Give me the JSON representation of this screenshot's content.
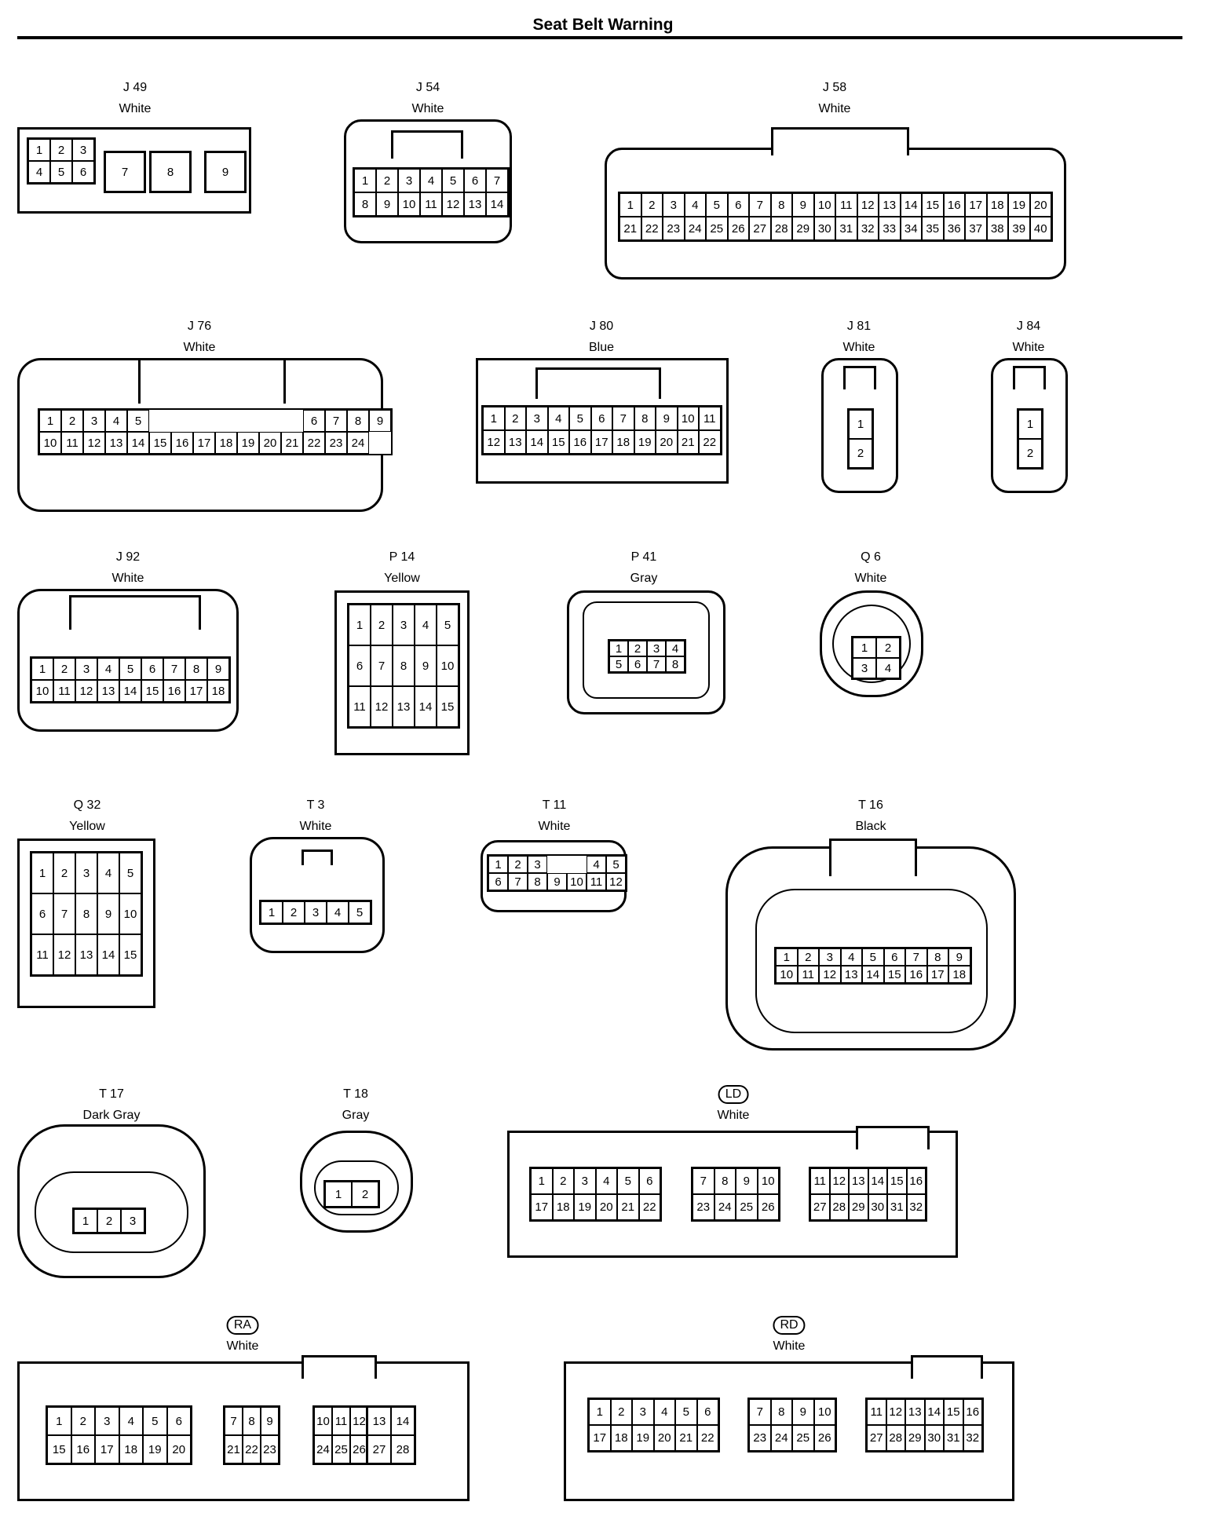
{
  "title": "Seat Belt Warning",
  "connectors": [
    {
      "id": "J 49",
      "color": "White",
      "groups": [
        [
          [
            1,
            2,
            3
          ],
          [
            4,
            5,
            6
          ]
        ],
        [
          [
            7
          ]
        ],
        [
          [
            8
          ]
        ],
        [
          [
            9
          ]
        ]
      ]
    },
    {
      "id": "J 54",
      "color": "White",
      "groups": [
        [
          [
            1,
            2,
            3,
            4,
            5,
            6,
            7
          ],
          [
            8,
            9,
            10,
            11,
            12,
            13,
            14
          ]
        ]
      ]
    },
    {
      "id": "J 58",
      "color": "White",
      "groups": [
        [
          [
            1,
            2,
            3,
            4,
            5,
            6,
            7,
            8,
            9,
            10,
            11,
            12,
            13,
            14,
            15,
            16,
            17,
            18,
            19,
            20
          ],
          [
            21,
            22,
            23,
            24,
            25,
            26,
            27,
            28,
            29,
            30,
            31,
            32,
            33,
            34,
            35,
            36,
            37,
            38,
            39,
            40
          ]
        ]
      ]
    },
    {
      "id": "J 76",
      "color": "White",
      "groups": [
        [
          [
            1,
            2,
            3,
            4,
            5,
            null,
            null,
            null,
            null,
            null,
            null,
            null,
            6,
            7,
            8,
            9
          ],
          [
            10,
            11,
            12,
            13,
            14,
            15,
            16,
            17,
            18,
            19,
            20,
            21,
            22,
            23,
            24
          ]
        ]
      ]
    },
    {
      "id": "J 80",
      "color": "Blue",
      "groups": [
        [
          [
            1,
            2,
            3,
            4,
            5,
            6,
            7,
            8,
            9,
            10,
            11
          ],
          [
            12,
            13,
            14,
            15,
            16,
            17,
            18,
            19,
            20,
            21,
            22
          ]
        ]
      ]
    },
    {
      "id": "J 81",
      "color": "White",
      "groups": [
        [
          [
            1
          ],
          [
            2
          ]
        ]
      ]
    },
    {
      "id": "J 84",
      "color": "White",
      "groups": [
        [
          [
            1
          ],
          [
            2
          ]
        ]
      ]
    },
    {
      "id": "J 92",
      "color": "White",
      "groups": [
        [
          [
            1,
            2,
            3,
            4,
            5,
            6,
            7,
            8,
            9
          ],
          [
            10,
            11,
            12,
            13,
            14,
            15,
            16,
            17,
            18
          ]
        ]
      ]
    },
    {
      "id": "P 14",
      "color": "Yellow",
      "groups": [
        [
          [
            1,
            2,
            3,
            4,
            5
          ],
          [
            6,
            7,
            8,
            9,
            10
          ],
          [
            11,
            12,
            13,
            14,
            15
          ]
        ]
      ]
    },
    {
      "id": "P 41",
      "color": "Gray",
      "groups": [
        [
          [
            1,
            2,
            3,
            4
          ],
          [
            5,
            6,
            7,
            8
          ]
        ]
      ]
    },
    {
      "id": "Q 6",
      "color": "White",
      "groups": [
        [
          [
            1,
            2
          ],
          [
            3,
            4
          ]
        ]
      ]
    },
    {
      "id": "Q 32",
      "color": "Yellow",
      "groups": [
        [
          [
            1,
            2,
            3,
            4,
            5
          ],
          [
            6,
            7,
            8,
            9,
            10
          ],
          [
            11,
            12,
            13,
            14,
            15
          ]
        ]
      ]
    },
    {
      "id": "T 3",
      "color": "White",
      "groups": [
        [
          [
            1,
            2,
            3,
            4,
            5
          ]
        ]
      ]
    },
    {
      "id": "T 11",
      "color": "White",
      "groups": [
        [
          [
            1,
            2,
            3,
            null,
            null,
            4,
            5
          ],
          [
            6,
            7,
            8,
            9,
            10,
            11,
            12
          ]
        ]
      ]
    },
    {
      "id": "T 16",
      "color": "Black",
      "groups": [
        [
          [
            1,
            2,
            3,
            4,
            5,
            6,
            7,
            8,
            9
          ],
          [
            10,
            11,
            12,
            13,
            14,
            15,
            16,
            17,
            18
          ]
        ]
      ]
    },
    {
      "id": "T 17",
      "color": "Dark Gray",
      "groups": [
        [
          [
            1,
            2,
            3
          ]
        ]
      ]
    },
    {
      "id": "T 18",
      "color": "Gray",
      "groups": [
        [
          [
            1,
            2
          ]
        ]
      ]
    },
    {
      "id": "LD",
      "color": "White",
      "groups": [
        [
          [
            1,
            2,
            3,
            4,
            5,
            6
          ],
          [
            17,
            18,
            19,
            20,
            21,
            22
          ]
        ],
        [
          [
            7,
            8,
            9,
            10
          ],
          [
            23,
            24,
            25,
            26
          ]
        ],
        [
          [
            11,
            12,
            13,
            14,
            15,
            16
          ],
          [
            27,
            28,
            29,
            30,
            31,
            32
          ]
        ]
      ]
    },
    {
      "id": "RA",
      "color": "White",
      "groups": [
        [
          [
            1,
            2,
            3,
            4,
            5,
            6
          ],
          [
            15,
            16,
            17,
            18,
            19,
            20
          ]
        ],
        [
          [
            7,
            8,
            9
          ],
          [
            21,
            22,
            23
          ]
        ],
        [
          [
            10,
            11,
            12
          ],
          [
            24,
            25,
            26
          ]
        ],
        [
          [
            13,
            14
          ],
          [
            27,
            28
          ]
        ]
      ]
    },
    {
      "id": "RD",
      "color": "White",
      "groups": [
        [
          [
            1,
            2,
            3,
            4,
            5,
            6
          ],
          [
            17,
            18,
            19,
            20,
            21,
            22
          ]
        ],
        [
          [
            7,
            8,
            9,
            10
          ],
          [
            23,
            24,
            25,
            26
          ]
        ],
        [
          [
            11,
            12,
            13,
            14,
            15,
            16
          ],
          [
            27,
            28,
            29,
            30,
            31,
            32
          ]
        ]
      ]
    }
  ]
}
